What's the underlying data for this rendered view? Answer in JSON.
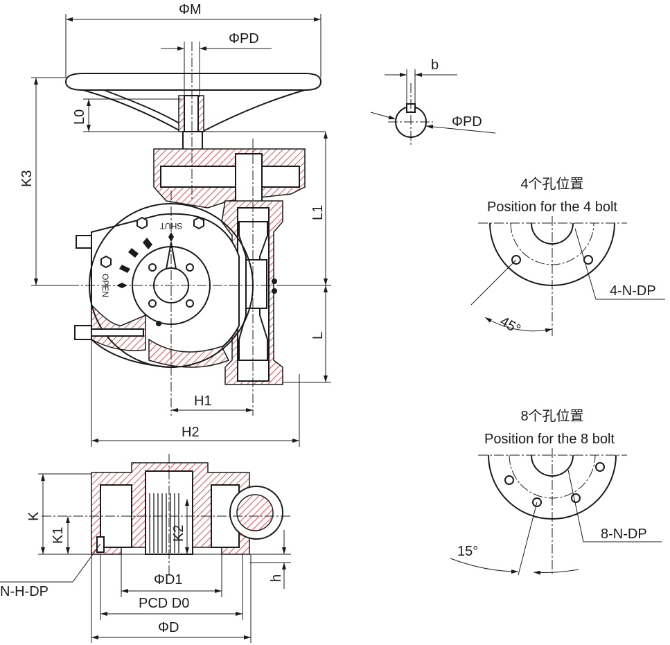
{
  "labels": {
    "phi_m": "ΦM",
    "phi_pd_top": "ΦPD",
    "l0": "L0",
    "k3": "K3",
    "l1": "L1",
    "l": "L",
    "h1": "H1",
    "h2": "H2",
    "shut": "SHUT",
    "open": "OPEN",
    "b": "b",
    "phi_pd_key": "ΦPD",
    "k": "K",
    "k1": "K1",
    "k2": "K2",
    "n_h_dp": "N-H-DP",
    "phi_d1": "ΦD1",
    "pcd_d0": "PCD D0",
    "phi_d": "ΦD",
    "h": "h"
  },
  "bolt4": {
    "title_cn": "4个孔位置",
    "title_en": "Position for the 4 bolt",
    "callout": "4-N-DP",
    "angle": "45°"
  },
  "bolt8": {
    "title_cn": "8个孔位置",
    "title_en": "Position for the 8 bolt",
    "callout": "8-N-DP",
    "angle": "15°"
  },
  "colors": {
    "line": "#1a1a1a",
    "hatch": "#e8232a"
  }
}
